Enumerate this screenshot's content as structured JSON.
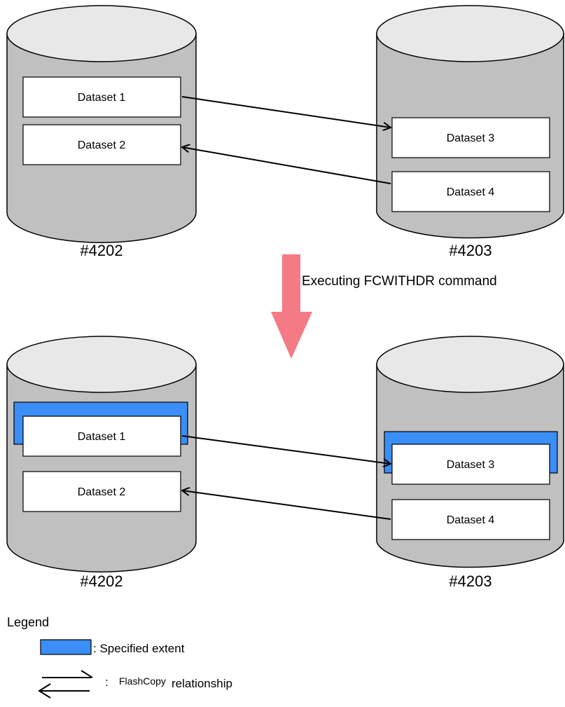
{
  "top": {
    "left_volume_label": "#4202",
    "right_volume_label": "#4203",
    "datasets": {
      "d1": "Dataset 1",
      "d2": "Dataset 2",
      "d3": "Dataset 3",
      "d4": "Dataset 4"
    }
  },
  "command_label": "Executing FCWITHDR command",
  "bottom": {
    "left_volume_label": "#4202",
    "right_volume_label": "#4203",
    "datasets": {
      "d1": "Dataset 1",
      "d2": "Dataset 2",
      "d3": "Dataset 3",
      "d4": "Dataset 4"
    }
  },
  "legend": {
    "title": "Legend",
    "extent_label": ": Specified extent",
    "relationship_colon": ":",
    "relationship_label_a": "FlashCopy",
    "relationship_label_b": "relationship"
  },
  "colors": {
    "cylinder_body": "#c0c0c0",
    "cylinder_top": "#e8e8e8",
    "extent_blue": "#3a8ef5",
    "command_arrow": "#f47a85"
  }
}
